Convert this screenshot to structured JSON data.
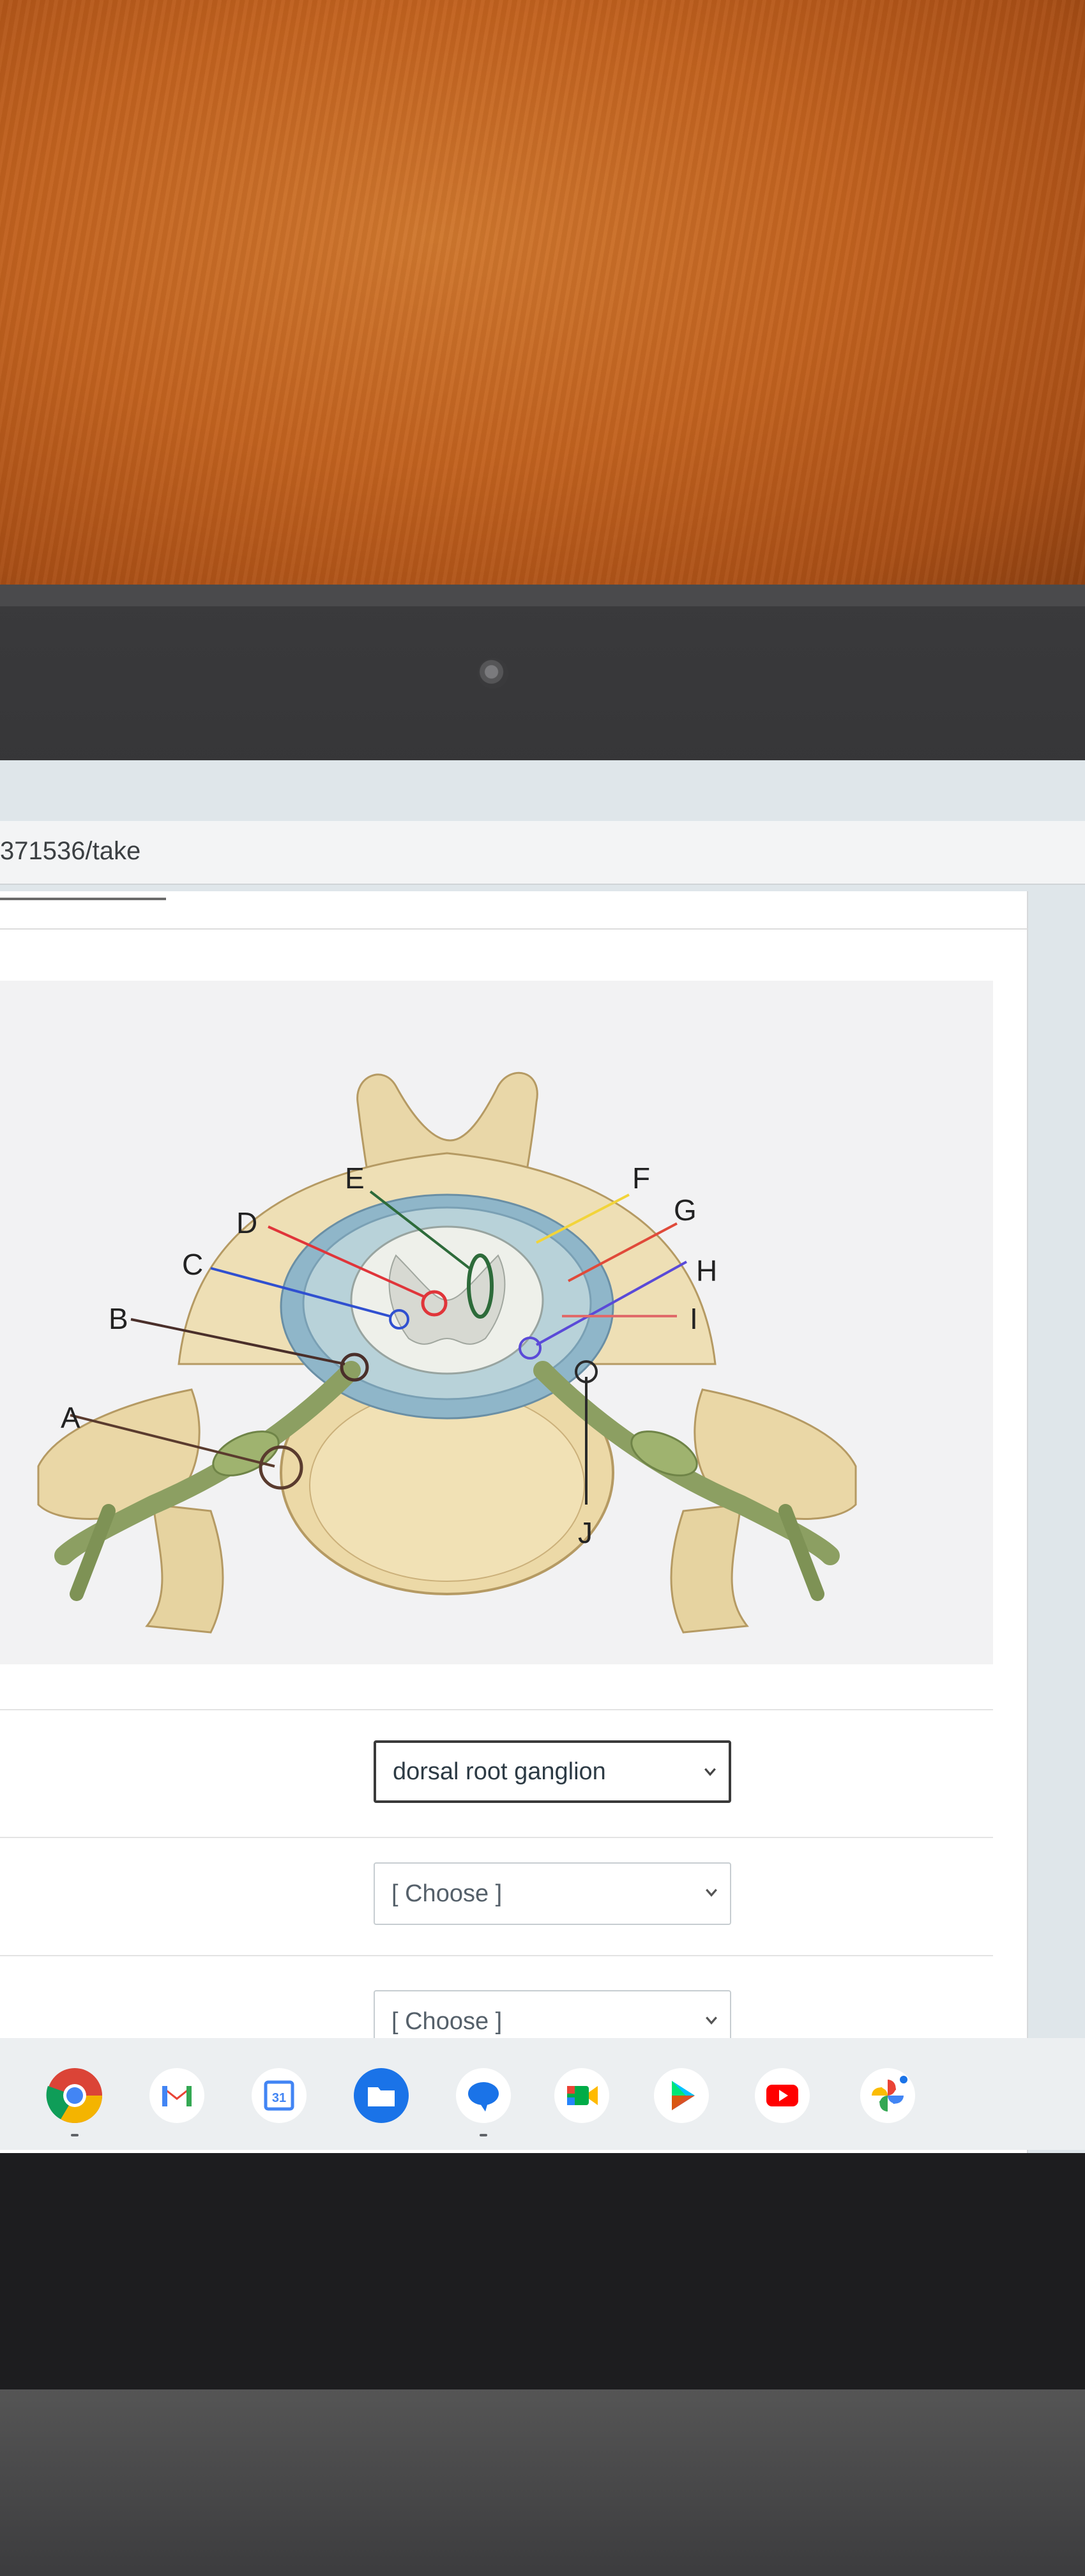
{
  "browser": {
    "url_fragment": "371536/take"
  },
  "diagram": {
    "labels": [
      "A",
      "B",
      "C",
      "D",
      "E",
      "F",
      "G",
      "H",
      "I",
      "J"
    ]
  },
  "answers": [
    {
      "value": "dorsal root ganglion",
      "placeholder": "[ Choose ]"
    },
    {
      "value": "",
      "placeholder": "[ Choose ]"
    },
    {
      "value": "",
      "placeholder": "[ Choose ]"
    }
  ],
  "display": {
    "answer_1": "dorsal root ganglion",
    "answer_2": "[ Choose ]",
    "answer_3": "[ Choose ]"
  },
  "shelf": {
    "apps": [
      "chrome-icon",
      "gmail-icon",
      "calendar-icon",
      "files-icon",
      "messages-icon",
      "meet-icon",
      "play-store-icon",
      "youtube-icon",
      "photos-icon"
    ],
    "calendar_day": "31"
  },
  "colors": {
    "label_A": "#5a3b2e",
    "label_B": "#4a2f2a",
    "label_C": "#3050d0",
    "label_D": "#e0353a",
    "label_E": "#2d6b3a",
    "label_F": "#f2d43a",
    "label_G": "#e04a3a",
    "label_H": "#5a4ad8",
    "label_I": "#e06a6a",
    "label_J": "#2a2a2a"
  }
}
